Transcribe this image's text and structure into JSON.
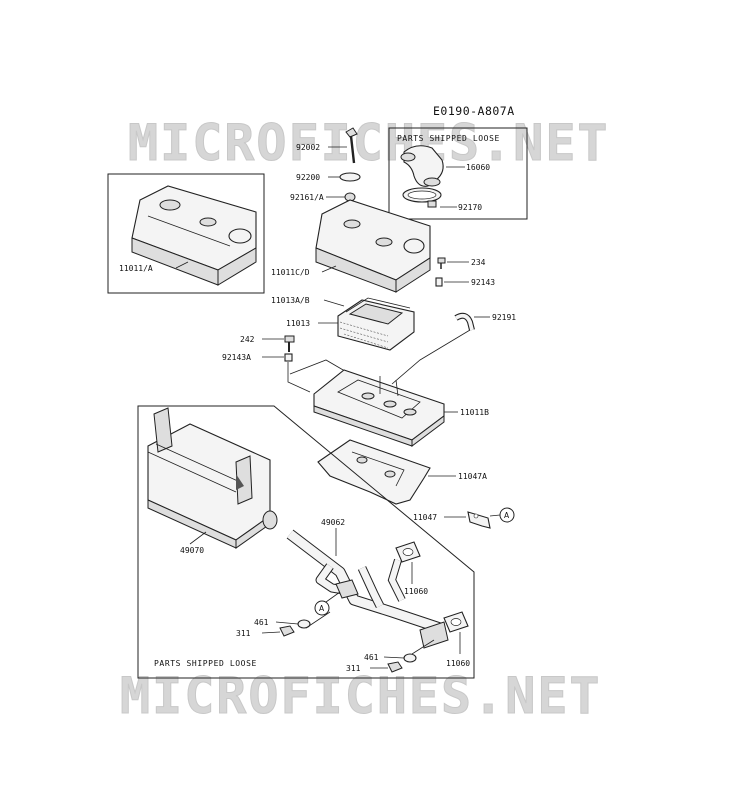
{
  "diagram_code": "E0190-A807A",
  "watermark_text": "MICROFICHES.NET",
  "box_titles": {
    "top_loose": "PARTS SHIPPED LOOSE",
    "bottom_loose": "PARTS SHIPPED LOOSE"
  },
  "callouts": {
    "p92002": "92002",
    "p92200": "92200",
    "p92161a": "92161/A",
    "p16060": "16060",
    "p92170": "92170",
    "p11011a": "11011/A",
    "p11011cd": "11011C/D",
    "p234": "234",
    "p92143": "92143",
    "p11013ab": "11013A/B",
    "p11013": "11013",
    "p92191": "92191",
    "p242": "242",
    "p92143a": "92143A",
    "p11011b": "11011B",
    "p11047a": "11047A",
    "p11047": "11047",
    "p49062": "49062",
    "p49070": "49070",
    "p11060_top": "11060",
    "p461_top": "461",
    "p311_top": "311",
    "p461_bot": "461",
    "p311_bot": "311",
    "p11060_bot": "11060"
  },
  "ref_marks": {
    "a_right": "A",
    "a_left": "A"
  }
}
